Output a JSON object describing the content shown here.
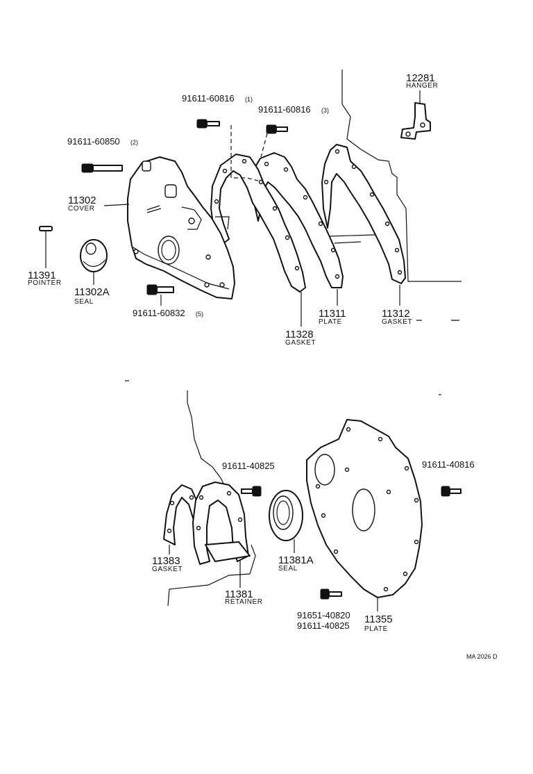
{
  "parts": {
    "p12281": {
      "number": "12281",
      "name": "HANGER"
    },
    "p11302": {
      "number": "11302",
      "name": "COVER"
    },
    "p11391": {
      "number": "11391",
      "name": "POINTER"
    },
    "p11302A": {
      "number": "11302A",
      "name": "SEAL"
    },
    "p11328": {
      "number": "11328",
      "name": "GASKET"
    },
    "p11311": {
      "number": "11311",
      "name": "PLATE"
    },
    "p11312": {
      "number": "11312",
      "name": "GASKET"
    },
    "p11383": {
      "number": "11383",
      "name": "GASKET"
    },
    "p11381": {
      "number": "11381",
      "name": "RETAINER"
    },
    "p11381A": {
      "number": "11381A",
      "name": "SEAL"
    },
    "p11355": {
      "number": "11355",
      "name": "PLATE"
    }
  },
  "bolts": {
    "b1": {
      "number": "91611-60816",
      "qty": "(1)"
    },
    "b2": {
      "number": "91611-60816",
      "qty": "(3)"
    },
    "b3": {
      "number": "91611-60850",
      "qty": "(2)"
    },
    "b4": {
      "number": "91611-60832",
      "qty": "(5)"
    },
    "b5": {
      "number": "91611-40825"
    },
    "b6": {
      "number": "91611-40816"
    },
    "b7": {
      "number": "91651-40820"
    },
    "b8": {
      "number": "91611-40825"
    }
  },
  "drawing_ref": "MA 2026 D"
}
